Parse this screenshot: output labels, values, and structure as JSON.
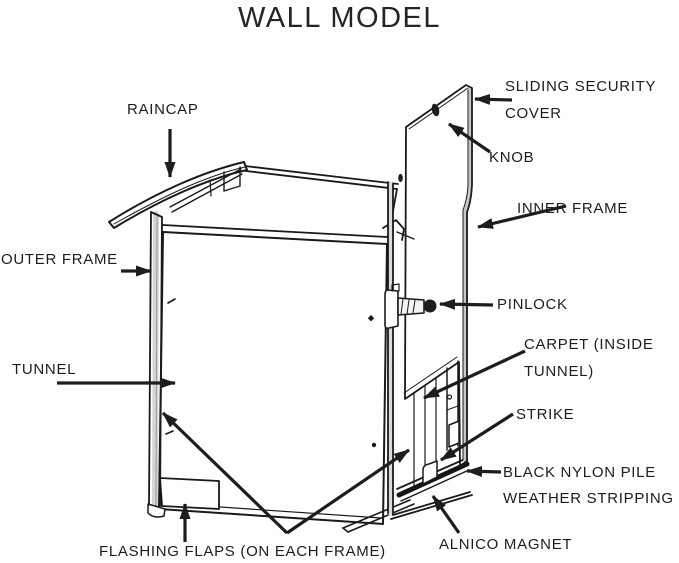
{
  "page": {
    "background_color": "#ffffff",
    "ink_color": "#1d1d1d"
  },
  "title": "WALL MODEL",
  "labels": {
    "raincap": "RAINCAP",
    "sliding_security_cover": "SLIDING SECURITY COVER",
    "knob": "KNOB",
    "inner_frame": "INNER FRAME",
    "outer_frame": "OUTER FRAME",
    "pinlock": "PINLOCK",
    "carpet_inside_tunnel": "CARPET (INSIDE TUNNEL)",
    "tunnel": "TUNNEL",
    "strike": "STRIKE",
    "black_nylon_pile_weather_stripping": "BLACK NYLON PILE WEATHER STRIPPING",
    "alnico_magnet": "ALNICO MAGNET",
    "flashing_flaps": "FLASHING FLAPS (ON EACH FRAME)"
  }
}
